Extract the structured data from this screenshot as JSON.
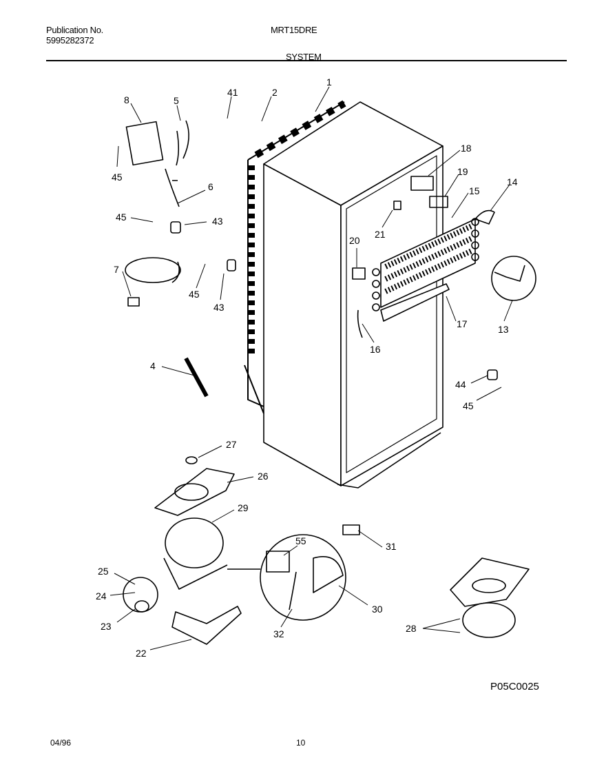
{
  "header": {
    "publication_label": "Publication No.",
    "publication_number": "5995282372",
    "model": "MRT15DRE",
    "section": "SYSTEM"
  },
  "callouts": [
    "1",
    "2",
    "41",
    "8",
    "5",
    "45",
    "6",
    "43",
    "45",
    "7",
    "45",
    "43",
    "4",
    "18",
    "19",
    "15",
    "14",
    "21",
    "20",
    "13",
    "17",
    "16",
    "44",
    "45",
    "27",
    "26",
    "29",
    "25",
    "24",
    "23",
    "22",
    "55",
    "31",
    "30",
    "32",
    "28"
  ],
  "figure_code": "P05C0025",
  "footer": {
    "date": "04/96",
    "page": "10"
  }
}
